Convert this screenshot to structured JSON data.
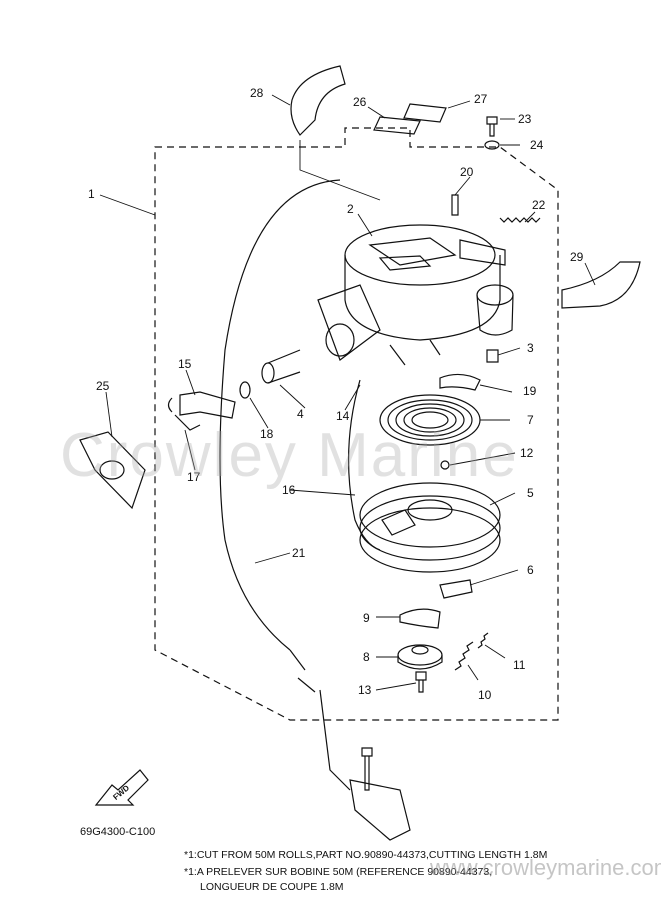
{
  "callouts": [
    "1",
    "2",
    "3",
    "4",
    "5",
    "6",
    "7",
    "8",
    "9",
    "10",
    "11",
    "12",
    "13",
    "14",
    "15",
    "16",
    "17",
    "18",
    "19",
    "20",
    "21",
    "22",
    "23",
    "24",
    "25",
    "26",
    "27",
    "28",
    "29"
  ],
  "fwd_label": "FWD",
  "diagram_code": "69G4300-C100",
  "notes": [
    "*1:CUT FROM 50M ROLLS,PART NO.90890-44373,CUTTING LENGTH 1.8M",
    "*1:A PRELEVER SUR BOBINE 50M (REFERENCE 90890-44373,",
    "LONGUEUR DE COUPE 1.8M"
  ],
  "watermark": {
    "main": "Crowley Marine",
    "url": "www.crowleymarine.com"
  }
}
